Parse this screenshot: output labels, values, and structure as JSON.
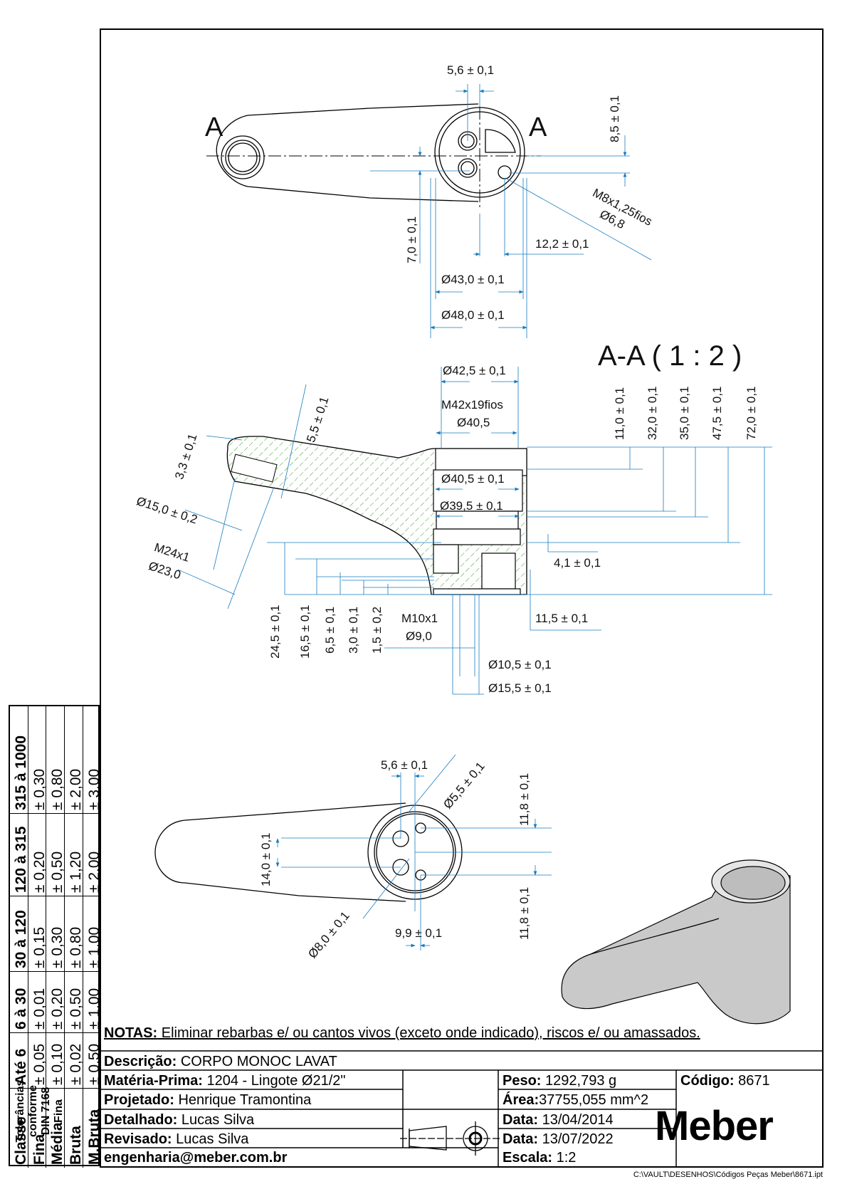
{
  "drawing": {
    "section_label": "A-A ( 1 : 2 )",
    "section_marker": "A",
    "top_view_dims": {
      "d1": "5,6 ± 0,1",
      "d2": "8,5 ± 0,1",
      "d3": "7,0 ± 0,1",
      "d4_line1": "M8x1,25fios",
      "d4_line2": "Ø6,8",
      "d5": "12,2 ± 0,1",
      "d6": "Ø43,0 ± 0,1",
      "d7": "Ø48,0 ± 0,1"
    },
    "section_dims": {
      "d1": "Ø42,5 ± 0,1",
      "d2_line1": "M42x19fios",
      "d2_line2": "Ø40,5",
      "d3": "Ø40,5 ± 0,1",
      "d4": "Ø39,5 ± 0,1",
      "d5": "11,0 ± 0,1",
      "d6": "32,0 ± 0,1",
      "d7": "35,0 ± 0,1",
      "d8": "47,5 ± 0,1",
      "d9": "72,0 ± 0,1",
      "d10": "4,1 ± 0,1",
      "d11": "11,5 ± 0,1",
      "d12": "3,3 ± 0,1",
      "d13": "5,5 ± 0,1",
      "d14": "Ø15,0 ± 0,2",
      "d15_line1": "M24x1",
      "d15_line2": "Ø23,0",
      "d16": "24,5 ± 0,1",
      "d17": "16,5 ± 0,1",
      "d18": "6,5 ± 0,1",
      "d19": "3,0 ± 0,1",
      "d20": "1,5 ± 0,2",
      "d21_line1": "M10x1",
      "d21_line2": "Ø9,0",
      "d22": "Ø10,5 ± 0,1",
      "d23": "Ø15,5 ± 0,1"
    },
    "bottom_view_dims": {
      "d1": "5,6 ± 0,1",
      "d2": "Ø5,5 ± 0,1",
      "d3": "11,8 ± 0,1",
      "d4": "14,0 ± 0,1",
      "d5": "11,8 ± 0,1",
      "d6": "Ø8,0 ± 0,1",
      "d7": "9,9 ± 0,1"
    }
  },
  "tolerance_table": {
    "columns": [
      {
        "header": "Classe",
        "rows": [
          "Fina",
          "Média",
          "Bruta",
          "M.Bruta"
        ]
      },
      {
        "header": "Até 6",
        "rows": [
          "± 0,05",
          "± 0,10",
          "± 0,02",
          "± 0,50"
        ]
      },
      {
        "header": "6 à 30",
        "rows": [
          "± 0,01",
          "± 0,20",
          "± 0,50",
          "± 1,00"
        ]
      },
      {
        "header": "30 à 120",
        "rows": [
          "± 0,15",
          "± 0,30",
          "± 0,80",
          "± 1,00"
        ]
      },
      {
        "header": "120 à 315",
        "rows": [
          "± 0,20",
          "± 0,50",
          "± 1,20",
          "± 2,00"
        ]
      },
      {
        "header": "315 à 1000",
        "rows": [
          "± 0,30",
          "± 0,80",
          "± 2,00",
          "± 3,00"
        ]
      }
    ],
    "norm_line1": "Tolerâncias",
    "norm_line2": "conforme",
    "norm_line3": "DIN 7168",
    "norm_line4": "Fina"
  },
  "title_block": {
    "notes_label": "NOTAS:",
    "notes_text": " Eliminar rebarbas e/ ou cantos vivos (exceto onde indicado), riscos e/ ou amassados.",
    "descricao_label": "Descrição:",
    "descricao_value": " CORPO MONOC LAVAT",
    "materia_label": "Matéria-Prima:",
    "materia_value": " 1204 - Lingote Ø21/2\"",
    "projetado_label": "Projetado:",
    "projetado_value": " Henrique Tramontina",
    "detalhado_label": "Detalhado:",
    "detalhado_value": " Lucas Silva",
    "revisado_label": "Revisado:",
    "revisado_value": " Lucas Silva",
    "email": "engenharia@meber.com.br",
    "peso_label": "Peso:",
    "peso_value": " 1292,793 g",
    "area_label": "Área:",
    "area_value": "37755,055 mm^2",
    "data1_label": "Data:",
    "data1_value": " 13/04/2014",
    "data2_label": "Data:",
    "data2_value": " 13/07/2022",
    "escala_label": "Escala:",
    "escala_value": " 1:2",
    "codigo_label": "Código:",
    "codigo_value": " 8671",
    "logo": "Meber",
    "file_path": "C:\\VAULT\\DESENHOS\\Códigos Peças Meber\\8671.ipt"
  }
}
